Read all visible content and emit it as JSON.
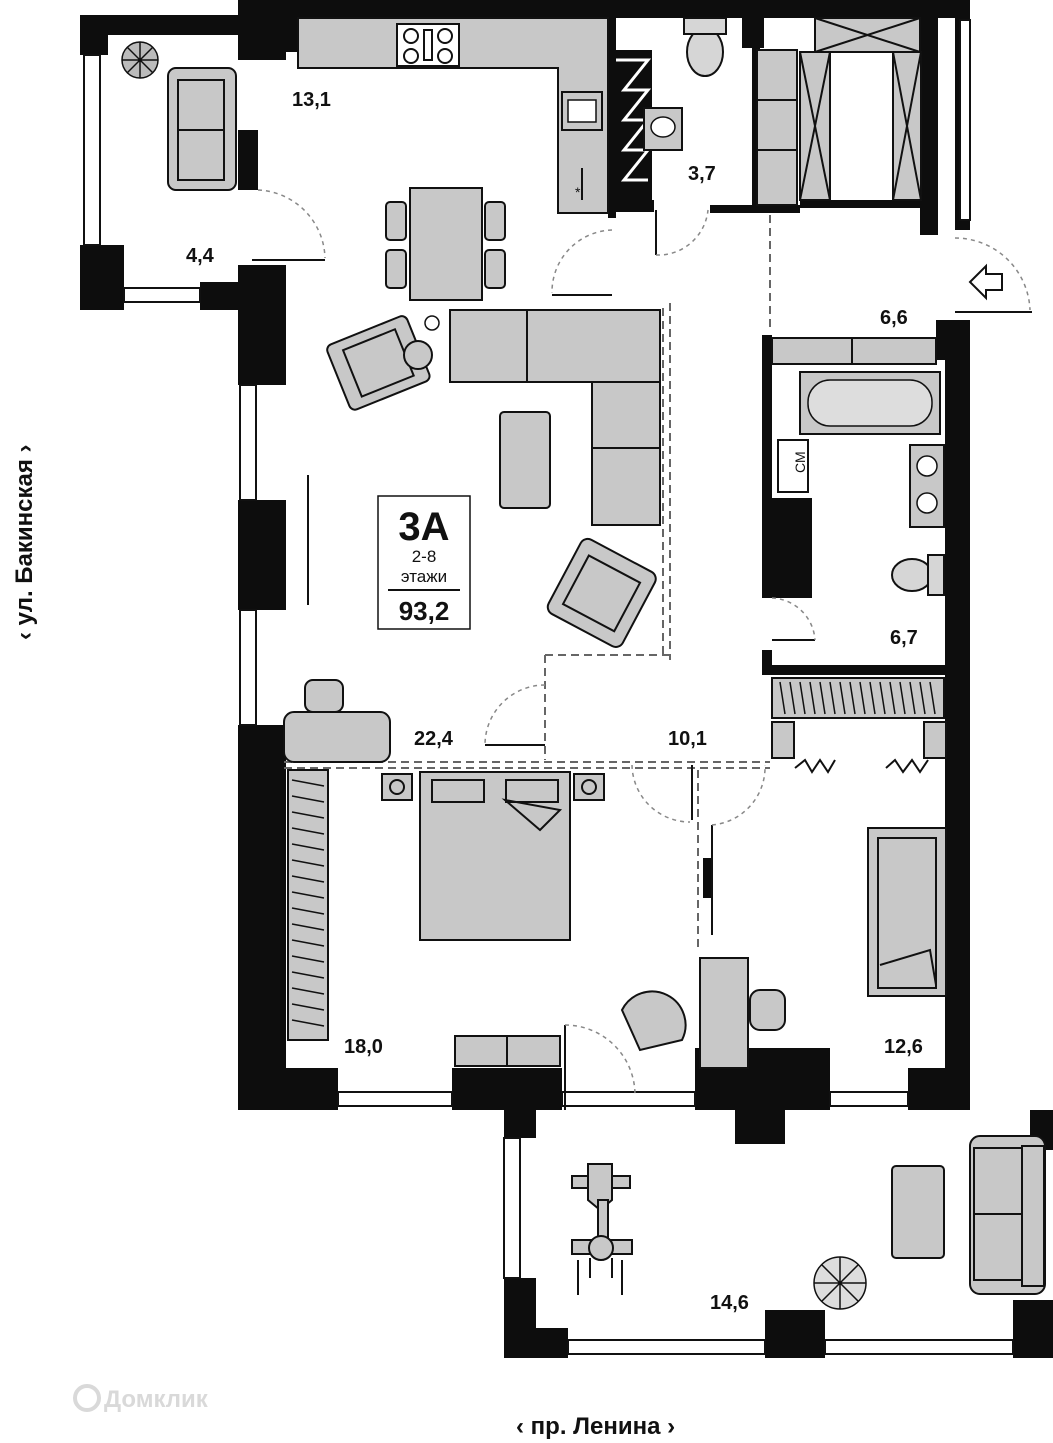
{
  "badge": {
    "type": "3A",
    "floors": "2-8",
    "floors_label": "этажи",
    "total_area": "93,2"
  },
  "rooms": {
    "balcony_left": "4,4",
    "kitchen": "13,1",
    "bathroom_small": "3,7",
    "entrance_hall": "6,6",
    "bathroom_large": "6,7",
    "living_room": "22,4",
    "corridor": "10,1",
    "bedroom": "18,0",
    "study": "12,6",
    "loggia": "14,6"
  },
  "fixtures": {
    "washer_label": "СМ"
  },
  "streets": {
    "left": "ул. Бакинская",
    "bottom": "пр. Ленина"
  },
  "watermark": "Домклик",
  "icons": {
    "entrance": "entrance-arrow-icon",
    "hob": "hob-icon",
    "plant": "plant-icon"
  },
  "colors": {
    "walls": "#0d0d0d",
    "furniture": "#c8c8c8",
    "background": "#ffffff"
  }
}
